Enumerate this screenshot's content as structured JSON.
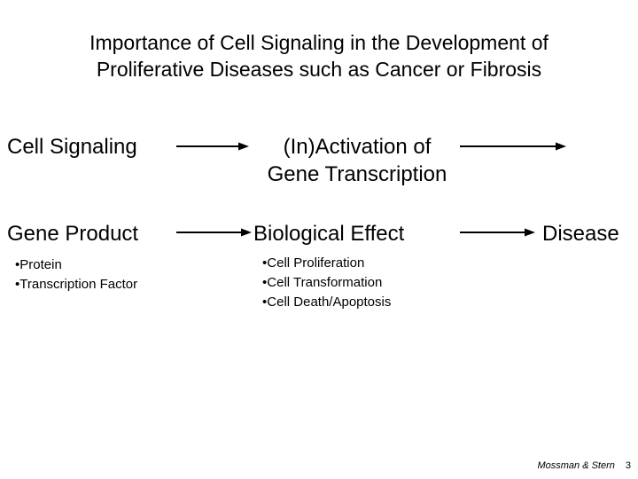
{
  "slide": {
    "title": "Importance of Cell Signaling in the Development of\nProliferative Diseases such as Cancer or Fibrosis",
    "background_color": "#ffffff",
    "text_color": "#000000"
  },
  "flow": {
    "row1": {
      "node1": "Cell Signaling",
      "arrow1": "arrow-right",
      "node2": "(In)Activation of\nGene Transcription",
      "arrow2": "arrow-right"
    },
    "row2": {
      "node1": "Gene Product",
      "arrow1": "arrow-right",
      "node2": "Biological Effect",
      "arrow2": "arrow-right",
      "node3": "Disease"
    }
  },
  "details": {
    "gene_product_items": [
      "Protein",
      "Transcription Factor"
    ],
    "biological_effect_items": [
      "Cell Proliferation",
      "Cell Transformation",
      "Cell Death/Apoptosis"
    ],
    "bullet_glyph": "•"
  },
  "footer": {
    "credit": "Mossman & Stern",
    "page_number": "3"
  }
}
